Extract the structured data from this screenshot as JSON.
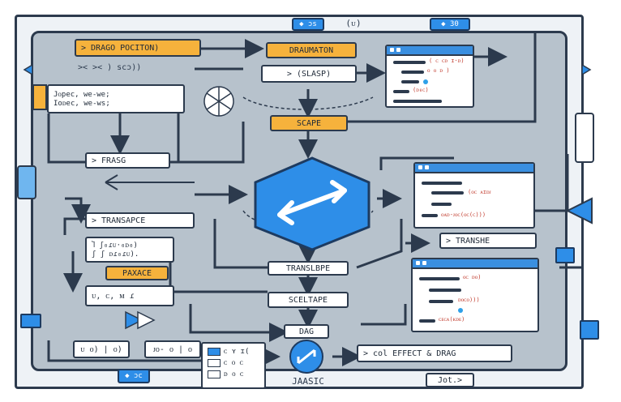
{
  "top": {
    "tag_left": "◆ ɔs",
    "glyph": "(ᴜ)",
    "tag_right": "◆ 30"
  },
  "left_panel": {
    "drag_position": "> DRAGO POCITON)",
    "swap_row": ">< >< ) scɔ))",
    "code_lines": [
      "Jᴏpec, we-we;",
      "Ioᴅec, we-ws;"
    ],
    "frasg": "> FRASG",
    "transapce": "> TRANSAPCE",
    "code2": [
      "Ⴈ ʃ₀ɾᴜ·₀ᴅ₀)",
      "ʃ ʃ ᴅɾ₀ɾᴜ)."
    ],
    "paxace": "PAXACE",
    "code3": "ᴜ, ᴄ, ᴍ ɾ"
  },
  "center": {
    "draumaton": "DRAUMATON",
    "slasp": "> (SLASP)",
    "scape": "SCAPE",
    "translbpe": "TRANSLBPE",
    "sceltape": "SCELTAPE",
    "dag": "DAG",
    "jaasic": "JAASIC"
  },
  "right": {
    "transhe": "> TRANSHE",
    "effect": "> col  EFFECT & DRAG",
    "bottom_tag": "Jot.>"
  },
  "code_samples": {
    "a": "( ᴄ ᴄᴅ ɪ·ᴅ)",
    "b": "ᴏ ᴏ ᴅ )",
    "c": "(ᴅ₀ᴄ)",
    "d": "(ᴏᴄ ᴀɪᴅᴊ",
    "e": "ᴏᴀᴅ-ᴊᴏᴄ(ᴏᴄ(ᴄ)))",
    "f": "ᴏᴄ ᴅᴏ)",
    "g": "ᴅᴏᴄᴏ)))",
    "h": "ᴄᴇᴄᴀ(ᴋᴅᴇ)"
  },
  "bottom_left": {
    "cells": [
      "ᴜ ᴏ) | ᴏ)",
      "ᴊᴏ- ᴏ | ᴏ"
    ],
    "list": [
      "ᴄ ʏ ɪ(",
      "ᴄ ᴏ ᴄ",
      "ᴅ ᴏ ᴄ"
    ],
    "tag": "◆ ɔc"
  },
  "colors": {
    "accent_blue": "#2e8ee8",
    "orange": "#f6b23c",
    "frame": "#b7c2cc",
    "ink": "#2c3a4d"
  }
}
